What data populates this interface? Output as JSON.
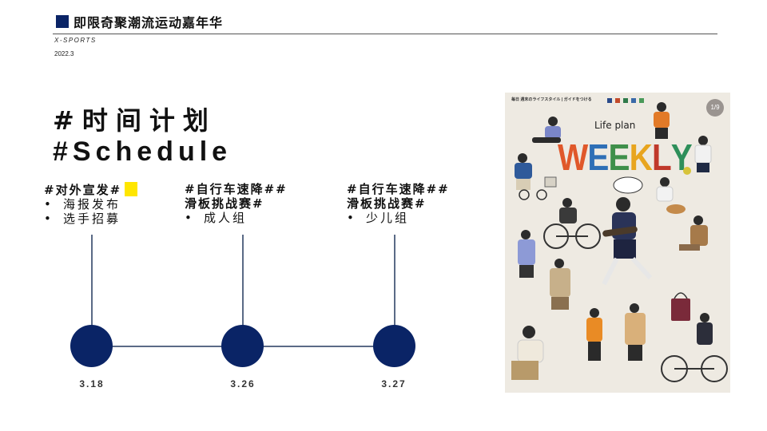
{
  "header": {
    "title": "即限奇聚潮流运动嘉年华",
    "brand": "X-SPORTS",
    "date": "2022.3"
  },
  "title": {
    "cn": "#时间计划",
    "en": "#Schedule"
  },
  "phases": [
    {
      "head": [
        "#对外宣发#"
      ],
      "items": [
        "海报发布",
        "选手招募"
      ],
      "date": "3.18"
    },
    {
      "head": [
        "#自行车速降##",
        "滑板挑战赛#"
      ],
      "items": [
        "成人组"
      ],
      "date": "3.26"
    },
    {
      "head": [
        "#自行车速降##",
        "滑板挑战赛#"
      ],
      "items": [
        "少儿组"
      ],
      "date": "3.27"
    }
  ],
  "magazine": {
    "top_text": "毎日 週末のライフスタイル | ガイドをつける",
    "page": "1/9",
    "subtitle": "Life plan",
    "cover_title": [
      "W",
      "E",
      "E",
      "K",
      "L",
      "Y"
    ],
    "cover_colors": [
      "#e0582a",
      "#2e6fb6",
      "#3f8f4a",
      "#e8a51f",
      "#c0392b",
      "#2e8f5a"
    ],
    "swatches": [
      "#2a4a8a",
      "#c24a2a",
      "#2f7a4a",
      "#3a6aa8",
      "#4a9a5a"
    ]
  },
  "colors": {
    "accent": "#0a2466",
    "highlight": "#ffe600"
  }
}
